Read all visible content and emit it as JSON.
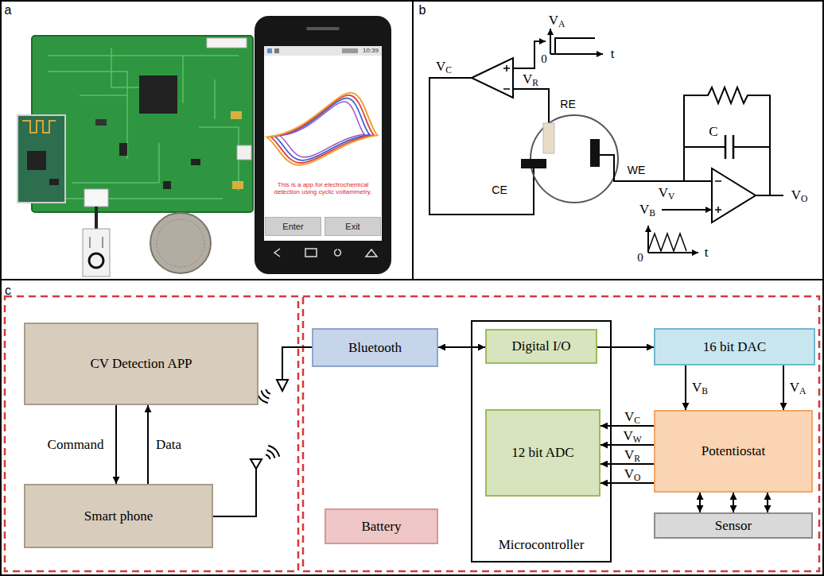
{
  "diagram": {
    "nodes": [
      {
        "text": [
          "Enter"
        ]
      },
      {
        "text": [
          "Exit"
        ]
      },
      {
        "text": [
          "CV Detection APP"
        ]
      },
      {
        "text": [
          "Bluetooth"
        ]
      },
      {
        "text": [
          "Microcontroller"
        ]
      },
      {
        "text": [
          "Digital I/O"
        ],
        "in": 4
      },
      {
        "text": [
          "16 bit DAC"
        ]
      },
      {
        "text": [
          "12 bit ADC"
        ],
        "in": 4
      },
      {
        "text": [
          "Potentiostat"
        ]
      },
      {
        "text": [
          "Smart phone"
        ]
      },
      {
        "text": [
          "Battery"
        ]
      },
      {
        "text": [
          "Sensor"
        ]
      }
    ],
    "edges": [
      {
        "from": 2,
        "to": 9,
        "label": "Command",
        "arrow": "to"
      },
      {
        "from": 9,
        "to": 2,
        "label": "Data",
        "arrow": "to"
      },
      {
        "from": 3,
        "to": 5,
        "arrow": "both"
      },
      {
        "from": 5,
        "to": 6,
        "arrow": "to"
      },
      {
        "from": 6,
        "to": 8,
        "label": "VB",
        "arrow": "to"
      },
      {
        "from": 6,
        "to": 8,
        "label": "VA",
        "arrow": "to"
      },
      {
        "from": 8,
        "to": 7,
        "label": "VC",
        "arrow": "to"
      },
      {
        "from": 8,
        "to": 7,
        "label": "VW",
        "arrow": "to"
      },
      {
        "from": 8,
        "to": 7,
        "label": "VR",
        "arrow": "to"
      },
      {
        "from": 8,
        "to": 7,
        "label": "VO",
        "arrow": "to"
      },
      {
        "from": 8,
        "to": 11,
        "arrow": "both"
      },
      {
        "from": 8,
        "to": 11,
        "arrow": "both"
      },
      {
        "from": 8,
        "to": 11,
        "arrow": "both"
      }
    ],
    "labels": [
      "a",
      "10:39",
      "This is a app for electrochemical detection using cyclic voltammetry.",
      "b",
      "VA",
      "t",
      "0",
      "VC",
      "VR",
      "RE",
      "CE",
      "WE",
      "VV",
      "C",
      "VO",
      "VB",
      "t",
      "0",
      "c"
    ]
  }
}
